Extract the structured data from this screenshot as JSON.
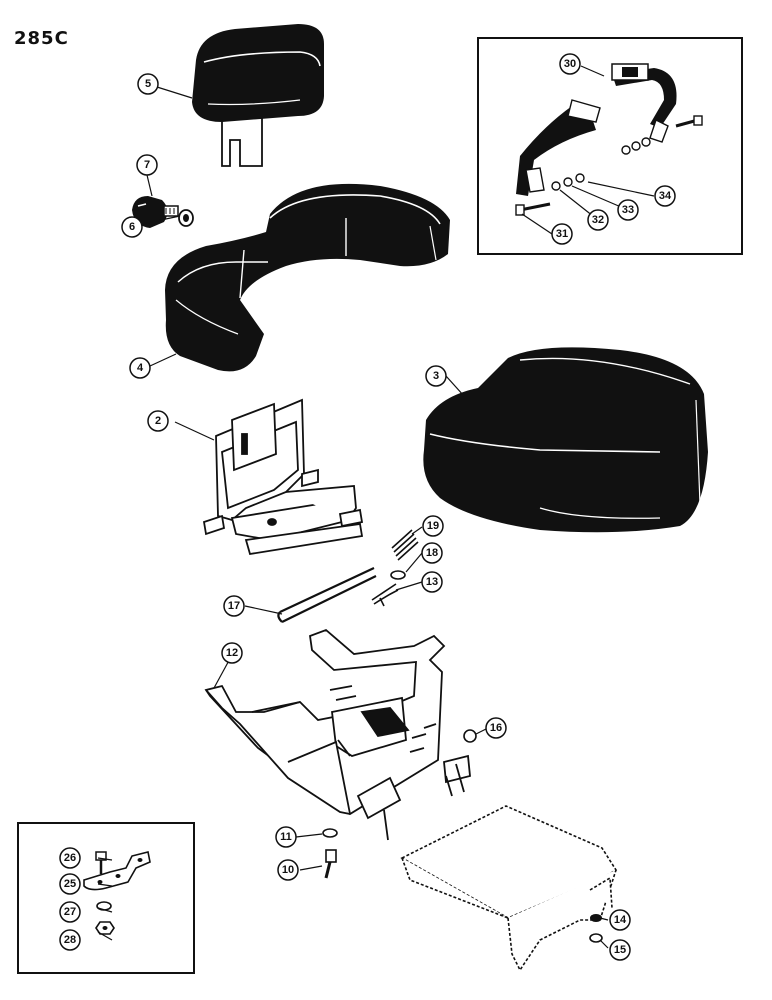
{
  "page_number": "285C",
  "callouts": [
    {
      "id": "5",
      "label": "5"
    },
    {
      "id": "7",
      "label": "7"
    },
    {
      "id": "6",
      "label": "6"
    },
    {
      "id": "4",
      "label": "4"
    },
    {
      "id": "30",
      "label": "30"
    },
    {
      "id": "34",
      "label": "34"
    },
    {
      "id": "33",
      "label": "33"
    },
    {
      "id": "32",
      "label": "32"
    },
    {
      "id": "31",
      "label": "31"
    },
    {
      "id": "3",
      "label": "3"
    },
    {
      "id": "2",
      "label": "2"
    },
    {
      "id": "19",
      "label": "19"
    },
    {
      "id": "18",
      "label": "18"
    },
    {
      "id": "13",
      "label": "13"
    },
    {
      "id": "17",
      "label": "17"
    },
    {
      "id": "12",
      "label": "12"
    },
    {
      "id": "16",
      "label": "16"
    },
    {
      "id": "11",
      "label": "11"
    },
    {
      "id": "10",
      "label": "10"
    },
    {
      "id": "26",
      "label": "26"
    },
    {
      "id": "25",
      "label": "25"
    },
    {
      "id": "27",
      "label": "27"
    },
    {
      "id": "28",
      "label": "28"
    },
    {
      "id": "14",
      "label": "14"
    },
    {
      "id": "15",
      "label": "15"
    }
  ]
}
